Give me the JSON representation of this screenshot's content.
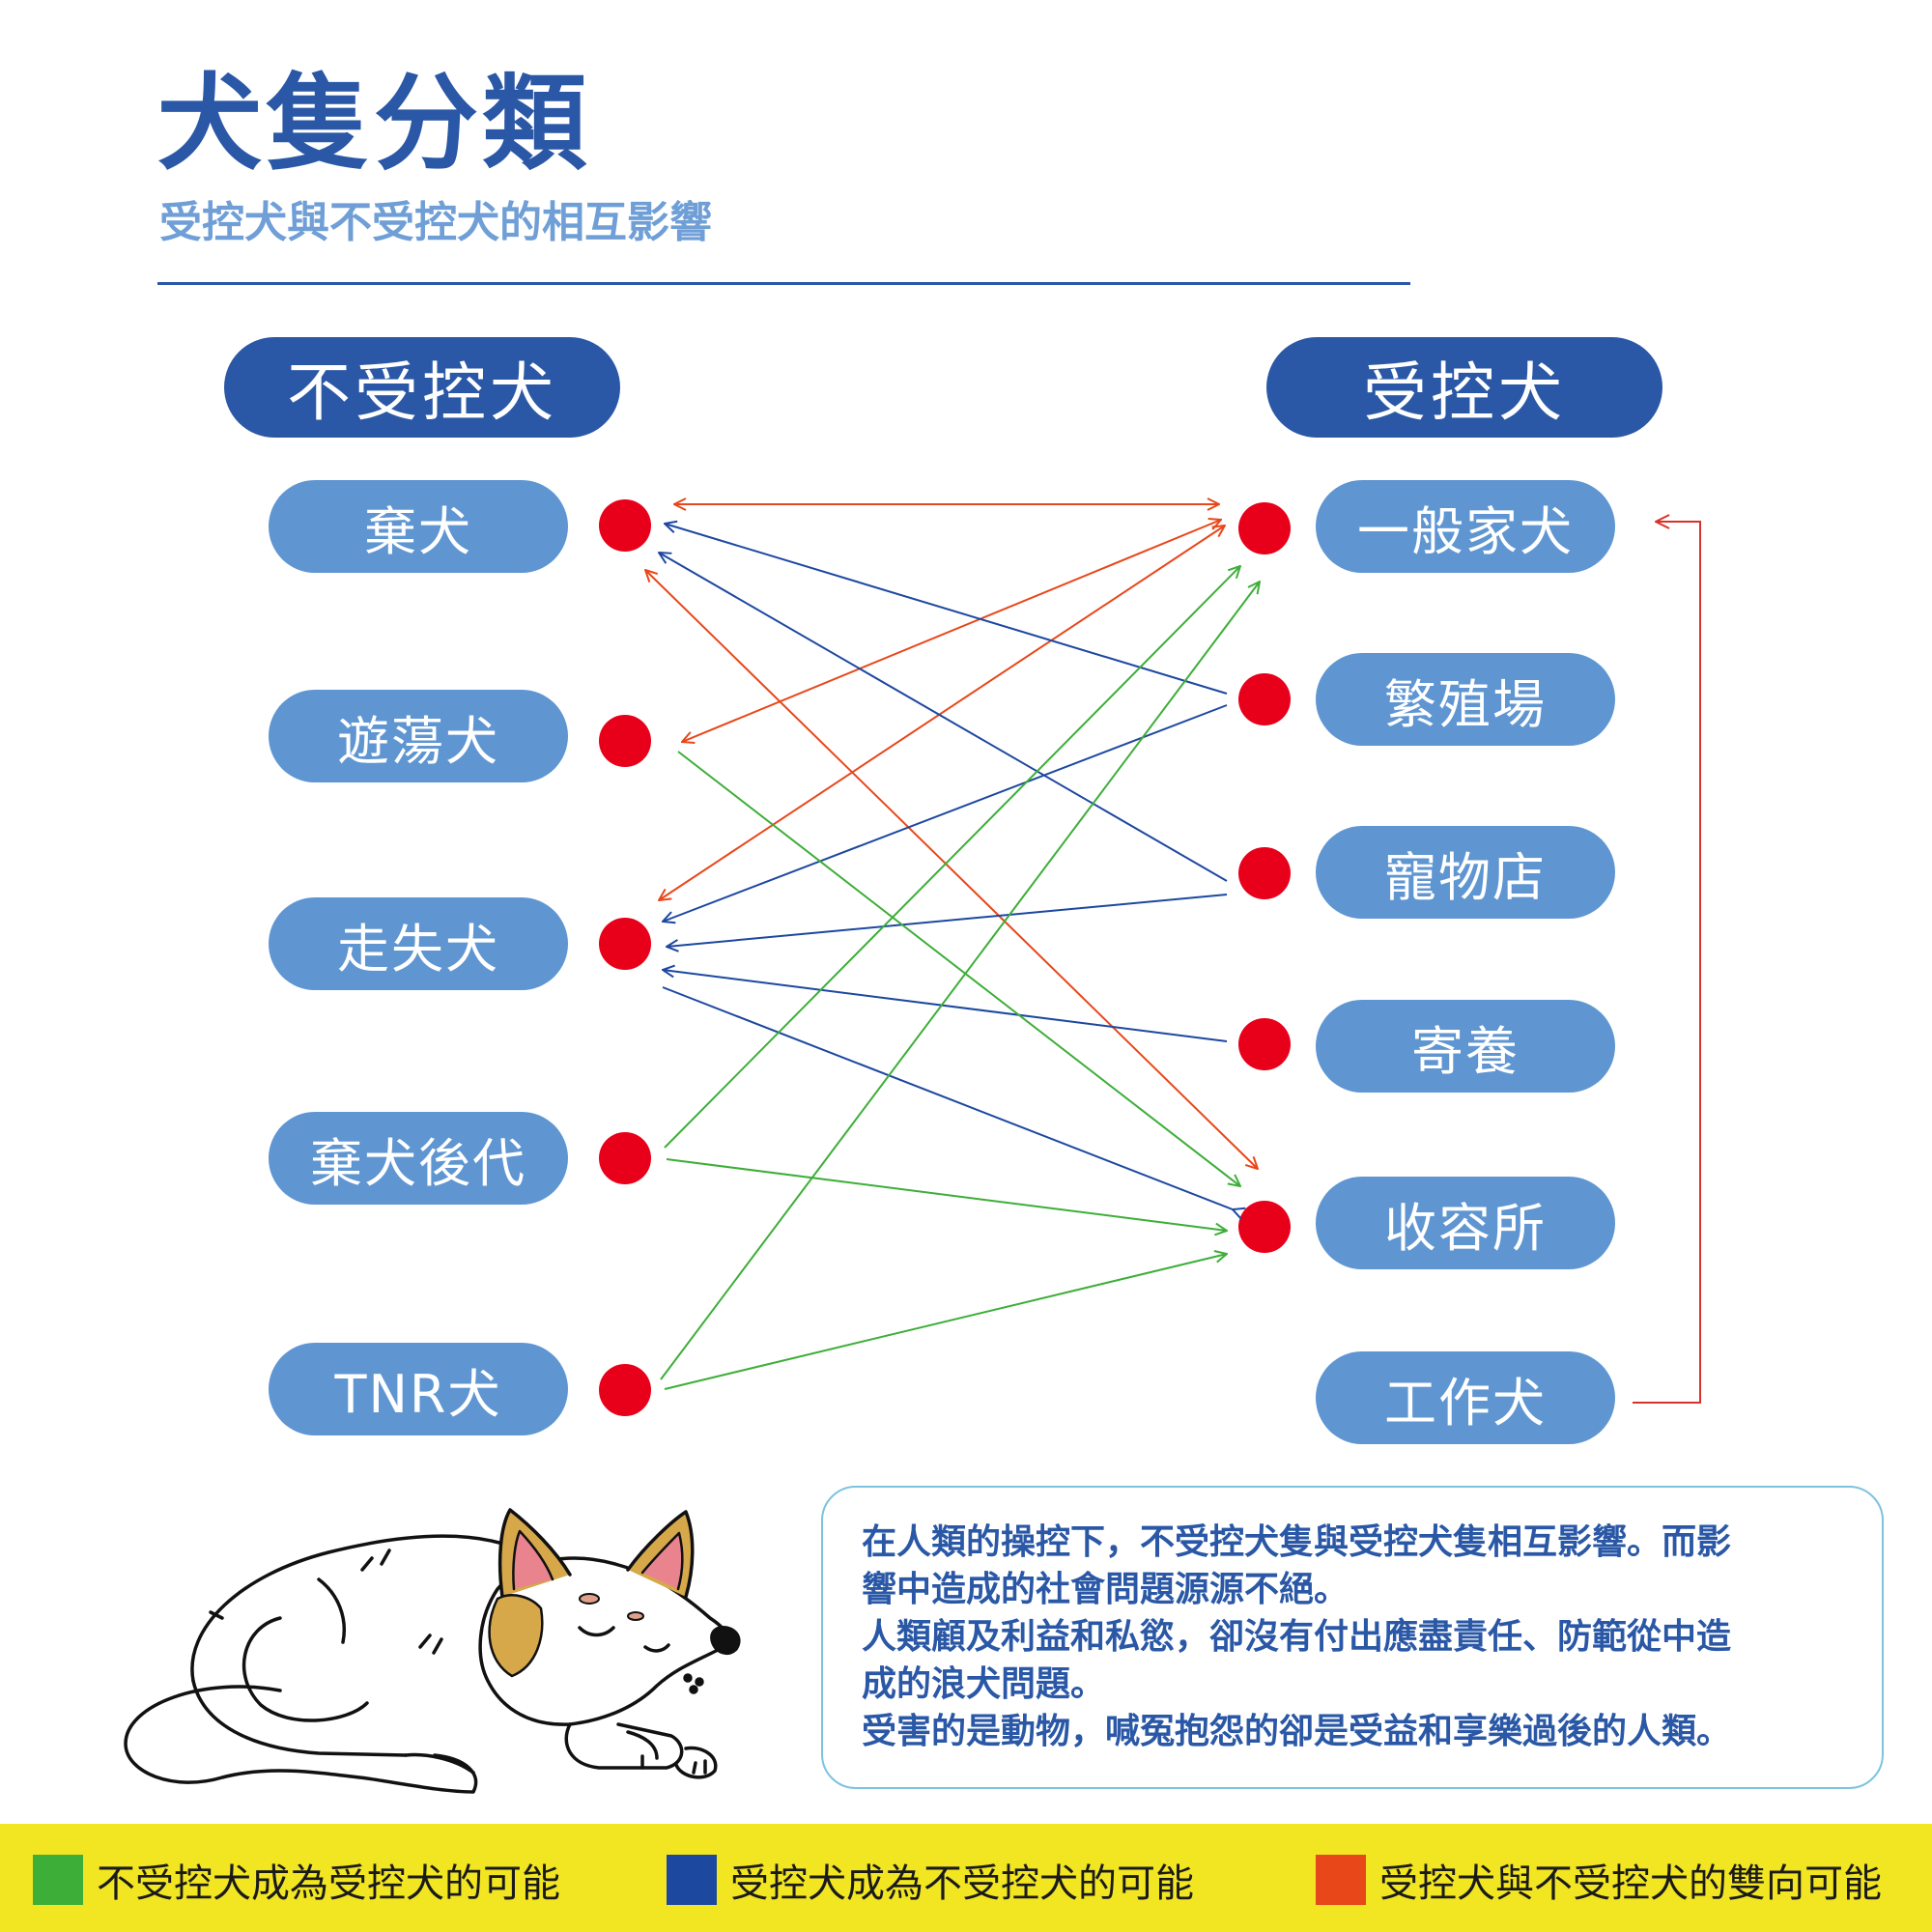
{
  "title": "犬隻分類",
  "subtitle": "受控犬與不受控犬的相互影響",
  "colors": {
    "primary": "#2a58a6",
    "pill": "#5f96d2",
    "dot": "#e8001a",
    "green": "#3dae38",
    "blue": "#1d48a0",
    "orange": "#e8471a",
    "legend_bg": "#f2e522",
    "note_text": "#2a58a6"
  },
  "groups": {
    "uncontrolled": "不受控犬",
    "controlled": "受控犬"
  },
  "uncontrolled": [
    "棄犬",
    "遊蕩犬",
    "走失犬",
    "棄犬後代",
    "TNR犬"
  ],
  "controlled": [
    "一般家犬",
    "繁殖場",
    "寵物店",
    "寄養",
    "收容所",
    "工作犬"
  ],
  "connections": [
    {
      "from": "一般家犬",
      "to": "棄犬",
      "kind": "both"
    },
    {
      "from": "繁殖場",
      "to": "棄犬",
      "kind": "blue"
    },
    {
      "from": "寵物店",
      "to": "棄犬",
      "kind": "blue"
    },
    {
      "from": "收容所",
      "to": "棄犬",
      "kind": "both"
    },
    {
      "from": "一般家犬",
      "to": "遊蕩犬",
      "kind": "both"
    },
    {
      "from": "遊蕩犬",
      "to": "收容所",
      "kind": "green"
    },
    {
      "from": "一般家犬",
      "to": "走失犬",
      "kind": "both"
    },
    {
      "from": "繁殖場",
      "to": "走失犬",
      "kind": "blue"
    },
    {
      "from": "寵物店",
      "to": "走失犬",
      "kind": "blue"
    },
    {
      "from": "寄養",
      "to": "走失犬",
      "kind": "blue"
    },
    {
      "from": "收容所",
      "to": "走失犬",
      "kind": "blue"
    },
    {
      "from": "棄犬後代",
      "to": "一般家犬",
      "kind": "green"
    },
    {
      "from": "棄犬後代",
      "to": "收容所",
      "kind": "green"
    },
    {
      "from": "TNR犬",
      "to": "一般家犬",
      "kind": "green"
    },
    {
      "from": "TNR犬",
      "to": "收容所",
      "kind": "green"
    },
    {
      "from": "工作犬",
      "to": "一般家犬",
      "kind": "red-bracket"
    }
  ],
  "note": [
    "在人類的操控下，不受控犬隻與受控犬隻相互影響。而影",
    "響中造成的社會問題源源不絕。",
    "人類顧及利益和私慾，卻沒有付出應盡責任、防範從中造",
    "成的浪犬問題。",
    "受害的是動物，喊冤抱怨的卻是受益和享樂過後的人類。"
  ],
  "legend": [
    {
      "label": "不受控犬成為受控犬的可能",
      "color": "#3dae38"
    },
    {
      "label": "受控犬成為不受控犬的可能",
      "color": "#1d48a0"
    },
    {
      "label": "受控犬與不受控犬的雙向可能",
      "color": "#e8471a"
    }
  ]
}
